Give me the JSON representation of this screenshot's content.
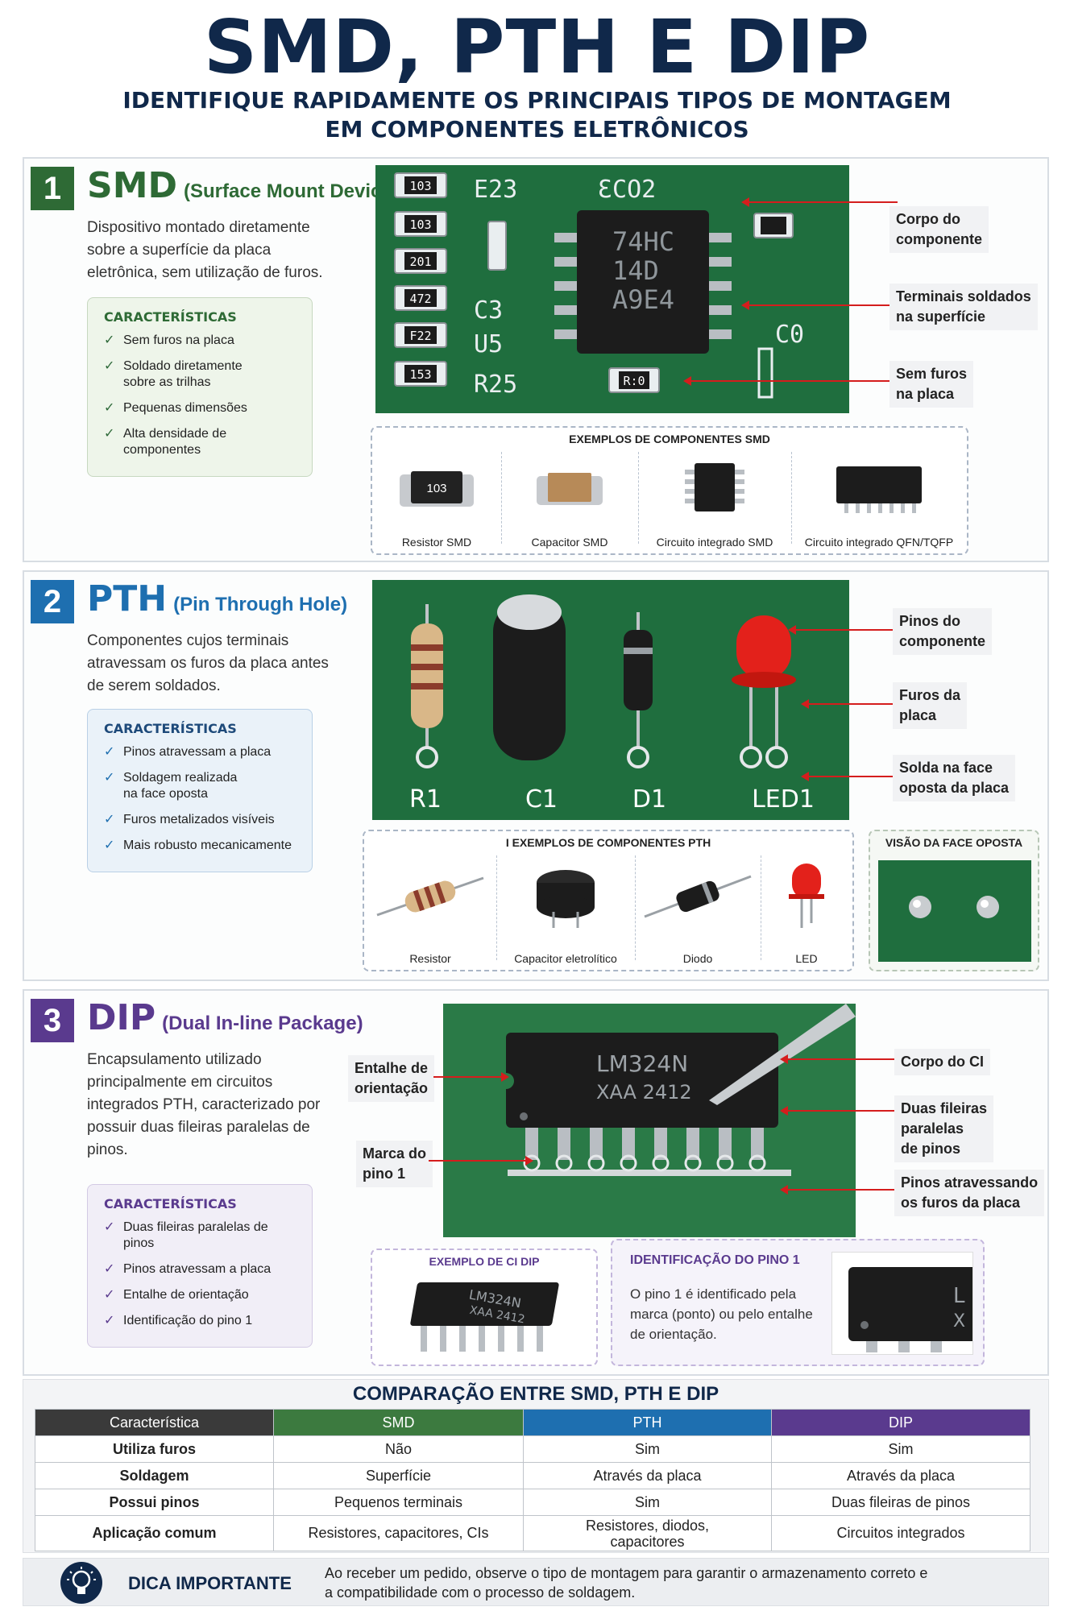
{
  "header": {
    "title": "SMD, PTH E DIP",
    "subtitle_line1": "IDENTIFIQUE RAPIDAMENTE OS PRINCIPAIS TIPOS DE MONTAGEM",
    "subtitle_line2": "EM COMPONENTES ELETRÔNICOS"
  },
  "colors": {
    "smd": "#2e6a35",
    "pth": "#1e6fb0",
    "dip": "#5a3a8e",
    "navy": "#10284a",
    "arrow": "#d51d1d",
    "pcb": "#1d6b3d"
  },
  "smd": {
    "number": "1",
    "title": "SMD",
    "subtitle": "(Surface Mount Device)",
    "description": "Dispositivo montado diretamente sobre a superfície da placa eletrônica, sem utilização de furos.",
    "char_title": "CARACTERÍSTICAS",
    "chars": [
      "Sem furos na placa",
      "Soldado diretamente\nsobre as trilhas",
      "Pequenas dimensões",
      "Alta densidade de componentes"
    ],
    "photo_labels": {
      "chip_l1": "74HC",
      "chip_l2": "14D",
      "chip_l3": "A9E4",
      "chip_top": "ƐCO2",
      "r1": "103",
      "r2": "103",
      "r3": "201",
      "r4": "472",
      "r5": "F22",
      "r6": "153",
      "r7": "R:0",
      "s1": "E23",
      "s2": "C3",
      "s3": "U5",
      "s4": "R25",
      "s5": "C0"
    },
    "callouts": [
      "Corpo do\ncomponente",
      "Terminais soldados\nna superfície",
      "Sem furos\nna placa"
    ],
    "examples_title": "EXEMPLOS DE COMPONENTES SMD",
    "examples": [
      "Resistor SMD",
      "Capacitor SMD",
      "Circuito integrado SMD",
      "Circuito integrado QFN/TQFP"
    ],
    "example_marking": "103"
  },
  "pth": {
    "number": "2",
    "title": "PTH",
    "subtitle": "(Pin Through Hole)",
    "description": "Componentes cujos terminais atravessam os furos da placa antes de serem soldados.",
    "char_title": "CARACTERÍSTICAS",
    "chars": [
      "Pinos atravessam a placa",
      "Soldagem realizada\nna face oposta",
      "Furos metalizados visíveis",
      "Mais robusto mecanicamente"
    ],
    "photo_labels": [
      "R1",
      "C1",
      "D1",
      "LED1"
    ],
    "callouts": [
      "Pinos do\ncomponente",
      "Furos da\nplaca",
      "Solda na face\noposta da placa"
    ],
    "examples_title": "I EXEMPLOS DE COMPONENTES PTH",
    "examples": [
      "Resistor",
      "Capacitor eletrolítico",
      "Diodo",
      "LED"
    ],
    "opposite_title": "VISÃO DA FACE OPOSTA"
  },
  "dip": {
    "number": "3",
    "title": "DIP",
    "subtitle": "(Dual In-line Package)",
    "description": "Encapsulamento utilizado principalmente em circuitos integrados PTH, caracterizado por possuir duas fileiras paralelas de pinos.",
    "char_title": "CARACTERÍSTICAS",
    "chars": [
      "Duas fileiras paralelas de pinos",
      "Pinos atravessam a placa",
      "Entalhe de orientação",
      "Identificação do pino 1"
    ],
    "chip_line1": "LM324N",
    "chip_line2": "XAA 2412",
    "callouts_left": [
      "Entalhe de\norientação",
      "Marca do\npino 1"
    ],
    "callouts_right": [
      "Corpo do CI",
      "Duas fileiras\nparalelas\nde pinos",
      "Pinos atravessando\nos furos da placa"
    ],
    "example_title": "EXEMPLO DE CI DIP",
    "pin1_title": "IDENTIFICAÇÃO DO PINO 1",
    "pin1_text": "O pino 1 é identificado pela marca (ponto) ou pelo entalhe de orientação.",
    "pin1_photo_letters": [
      "L",
      "X"
    ]
  },
  "comparison": {
    "title": "COMPARAÇÃO ENTRE SMD, PTH E DIP",
    "headers": [
      "Característica",
      "SMD",
      "PTH",
      "DIP"
    ],
    "rows": [
      [
        "Utiliza furos",
        "Não",
        "Sim",
        "Sim"
      ],
      [
        "Soldagem",
        "Superfície",
        "Através da placa",
        "Através da placa"
      ],
      [
        "Possui pinos",
        "Pequenos terminais",
        "Sim",
        "Duas fileiras de pinos"
      ],
      [
        "Aplicação comum",
        "Resistores, capacitores, CIs",
        "Resistores, diodos,\ncapacitores",
        "Circuitos integrados"
      ]
    ]
  },
  "tip": {
    "title": "DICA IMPORTANTE",
    "text": "Ao receber um pedido, observe o tipo de montagem para garantir o armazenamento correto e a compatibilidade com o processo de soldagem.",
    "icon": "lightbulb-icon"
  }
}
